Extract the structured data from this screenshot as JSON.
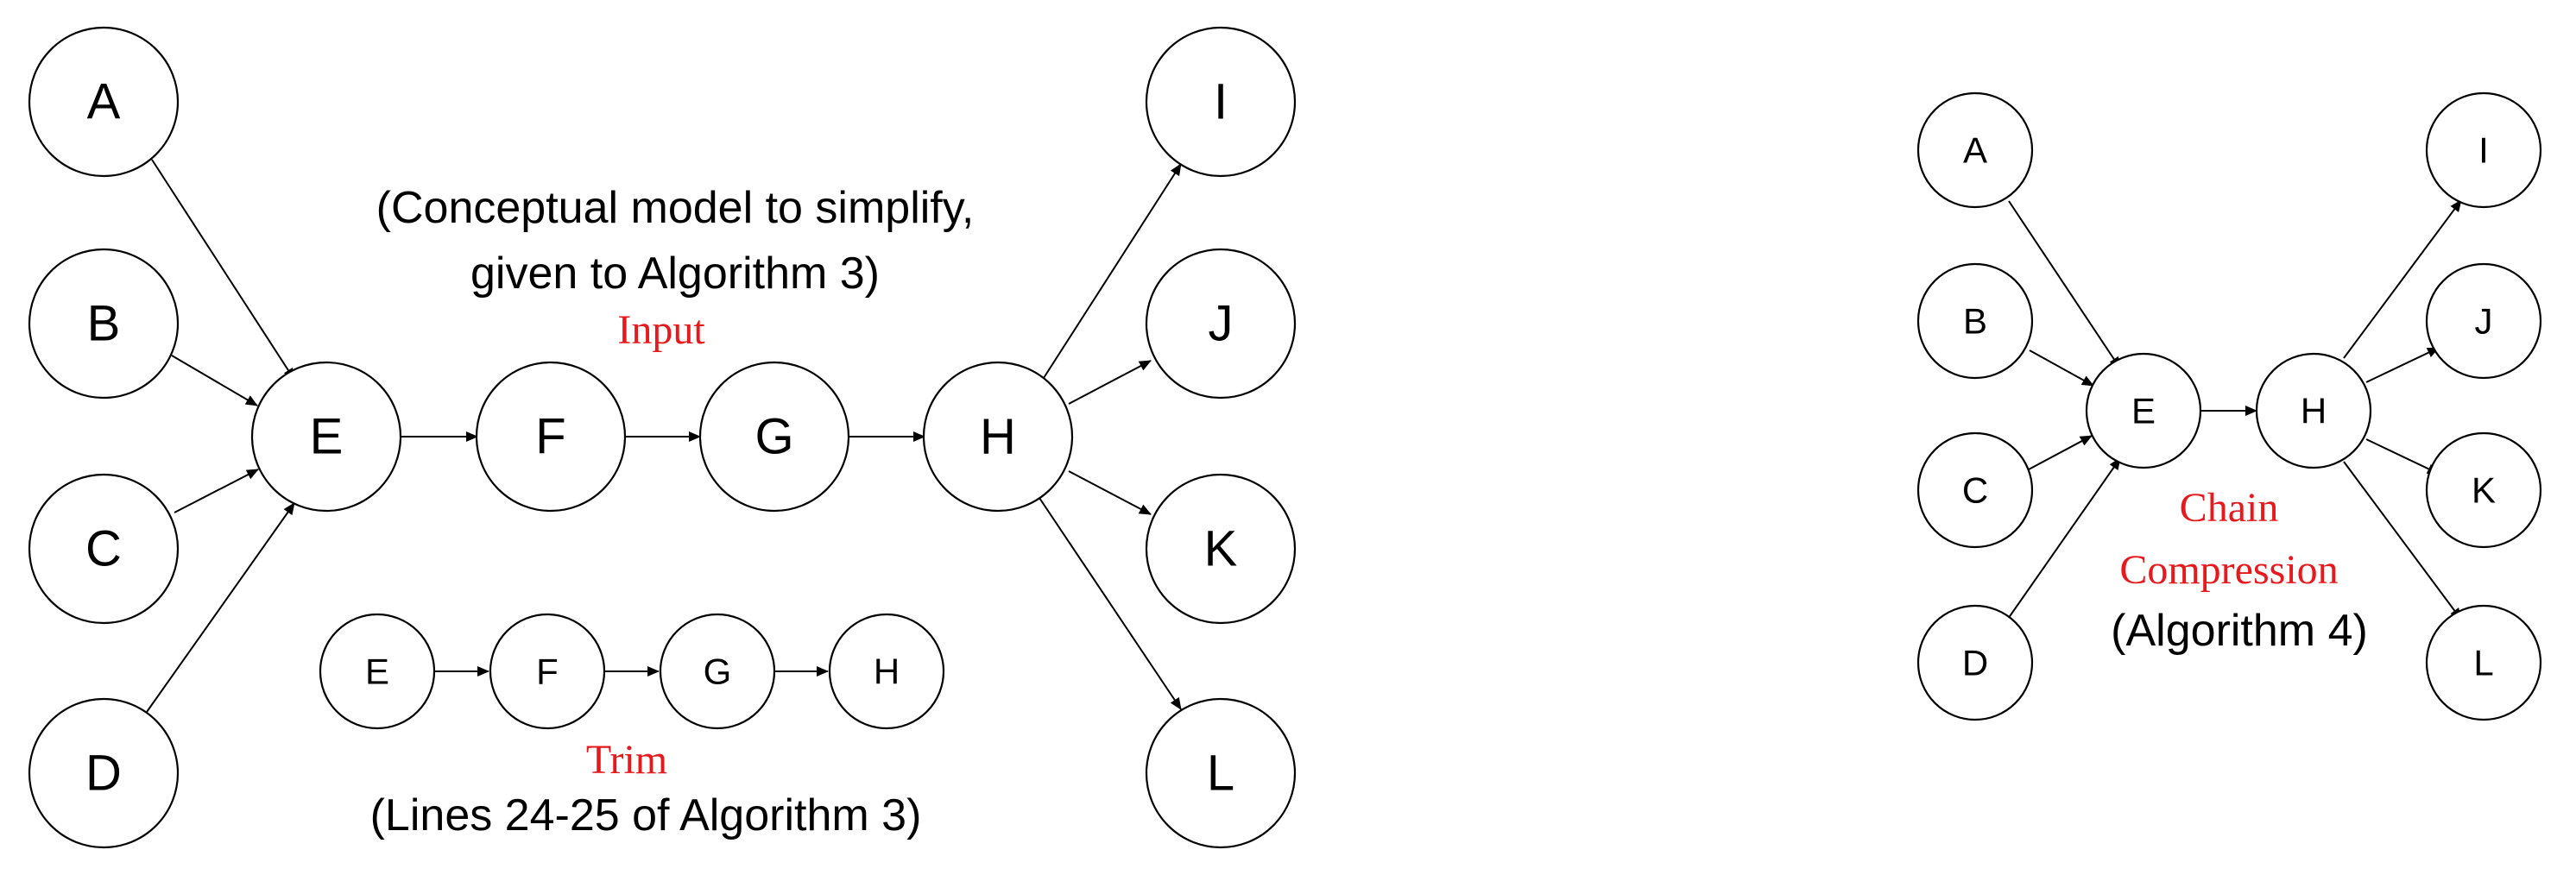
{
  "colors": {
    "stroke": "#000000",
    "node_fill": "#ffffff",
    "red_label": "#e8191c"
  },
  "input_graph": {
    "nodes": [
      "A",
      "B",
      "C",
      "D",
      "E",
      "F",
      "G",
      "H",
      "I",
      "J",
      "K",
      "L"
    ],
    "caption_line1": "(Conceptual model to simplify,",
    "caption_line2": "given to Algorithm 3)",
    "label": "Input"
  },
  "trim_chain": {
    "nodes": [
      "E",
      "F",
      "G",
      "H"
    ],
    "label": "Trim",
    "caption": "(Lines 24-25 of Algorithm 3)"
  },
  "compressed_graph": {
    "nodes": [
      "A",
      "B",
      "C",
      "D",
      "E",
      "H",
      "I",
      "J",
      "K",
      "L"
    ],
    "label_line1": "Chain",
    "label_line2": "Compression",
    "caption": "(Algorithm 4)"
  }
}
